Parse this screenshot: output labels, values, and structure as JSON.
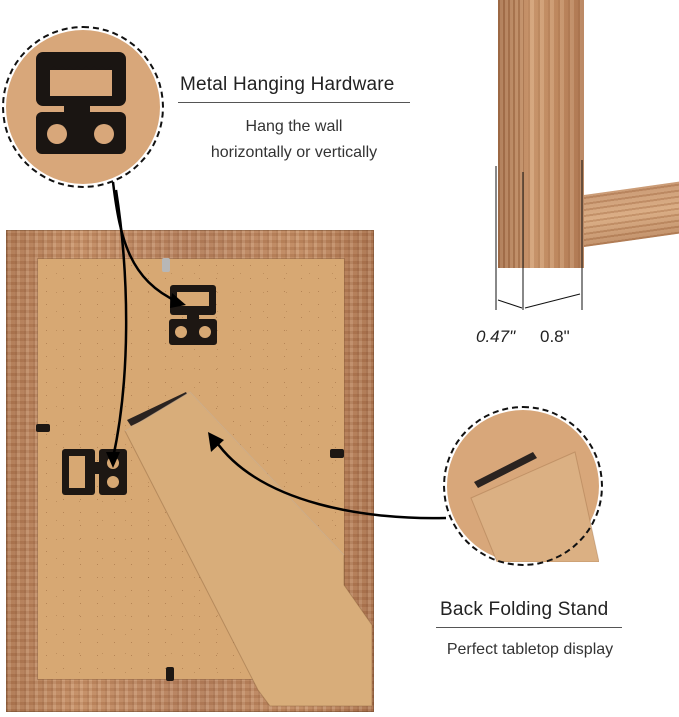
{
  "hardware_callout": {
    "title": "Metal Hanging Hardware",
    "subtitle_line1": "Hang the wall",
    "subtitle_line2": "horizontally or vertically"
  },
  "stand_callout": {
    "title": "Back Folding Stand",
    "subtitle": "Perfect tabletop display"
  },
  "dimensions": {
    "depth": "0.47\"",
    "width": "0.8\""
  },
  "colors": {
    "frame_wood": "#c08a62",
    "backing_board": "#d7a873",
    "stand_board": "#d9ad7a",
    "hardware": "#1d1713",
    "text": "#222222"
  }
}
